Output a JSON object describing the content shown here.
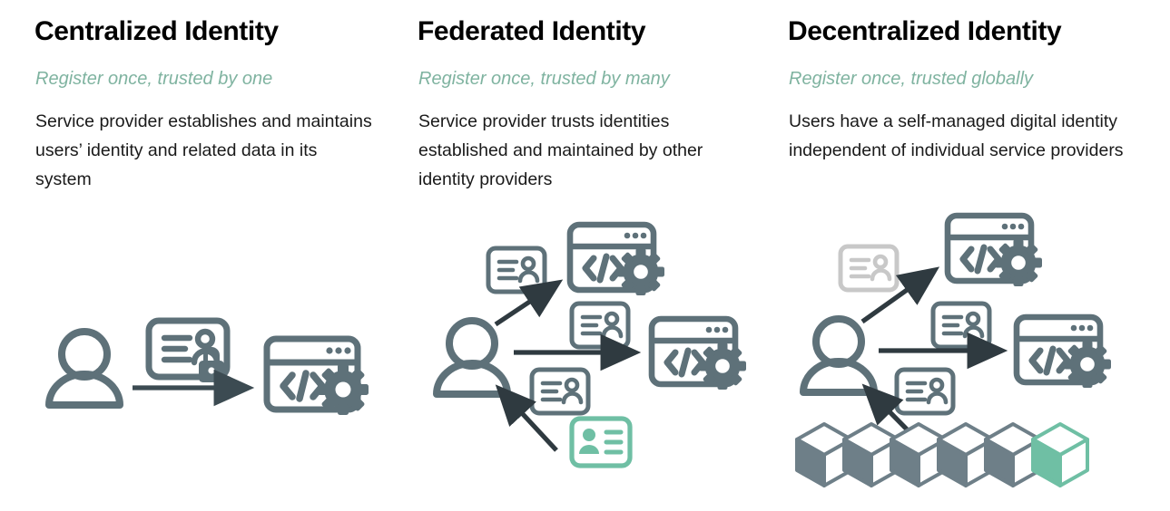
{
  "page": {
    "kind": "three-column-comparison-diagram",
    "background": "#ffffff"
  },
  "palette": {
    "slate": "#5e7179",
    "slate_dark": "#4a5c64",
    "green": "#6fbfa4",
    "green_text": "#7fb3a0",
    "gray_faded": "#c8c8c8",
    "cube_gray": "#6e7f88",
    "title_black": "#000000",
    "body_text": "#1a1a1a",
    "arrow": "#3c4b52"
  },
  "columns": [
    {
      "id": "centralized",
      "title": "Centralized Identity",
      "subtitle": "Register once, trusted by one",
      "body": "Service provider establishes and maintains users’ identity and related data in its system",
      "diagram": {
        "nodes": [
          {
            "name": "user",
            "icon": "person-icon"
          },
          {
            "name": "credential",
            "icon": "id-card-locked-icon"
          },
          {
            "name": "service",
            "icon": "service-window-gear-icon"
          }
        ],
        "arrows": [
          {
            "name": "user-to-service",
            "direction": "right"
          }
        ]
      }
    },
    {
      "id": "federated",
      "title": "Federated Identity",
      "subtitle": "Register once, trusted by many",
      "body": "Service provider trusts identities established and maintained by other identity providers",
      "diagram": {
        "nodes": [
          {
            "name": "user",
            "icon": "person-icon"
          },
          {
            "name": "credential-upper",
            "icon": "id-card-icon"
          },
          {
            "name": "credential-middle",
            "icon": "id-card-icon"
          },
          {
            "name": "credential-lower",
            "icon": "id-card-icon"
          },
          {
            "name": "service-upper",
            "icon": "service-window-gear-icon"
          },
          {
            "name": "service-middle",
            "icon": "service-window-gear-icon"
          },
          {
            "name": "identity-provider",
            "icon": "identity-provider-card-icon"
          }
        ],
        "arrows": [
          {
            "name": "user-to-service-upper",
            "direction": "up-right"
          },
          {
            "name": "user-to-service-middle",
            "direction": "right"
          },
          {
            "name": "identity-provider-to-user",
            "direction": "up-left"
          }
        ]
      }
    },
    {
      "id": "decentralized",
      "title": "Decentralized Identity",
      "subtitle": "Register once, trusted globally",
      "body": "Users have a self-managed digital identity independent of individual service providers",
      "diagram": {
        "nodes": [
          {
            "name": "user",
            "icon": "person-icon"
          },
          {
            "name": "credential-upper",
            "icon": "id-card-faded-icon"
          },
          {
            "name": "credential-middle",
            "icon": "id-card-icon"
          },
          {
            "name": "credential-lower",
            "icon": "id-card-icon"
          },
          {
            "name": "service-upper",
            "icon": "service-window-gear-icon"
          },
          {
            "name": "service-middle",
            "icon": "service-window-gear-icon"
          },
          {
            "name": "blockchain",
            "icon": "blockchain-cubes-icon",
            "cube_count": 6,
            "highlighted_cube_index": 5
          }
        ],
        "arrows": [
          {
            "name": "user-to-service-upper",
            "direction": "up-right"
          },
          {
            "name": "user-to-service-middle",
            "direction": "right"
          },
          {
            "name": "blockchain-to-user",
            "direction": "up-left"
          }
        ]
      }
    }
  ]
}
